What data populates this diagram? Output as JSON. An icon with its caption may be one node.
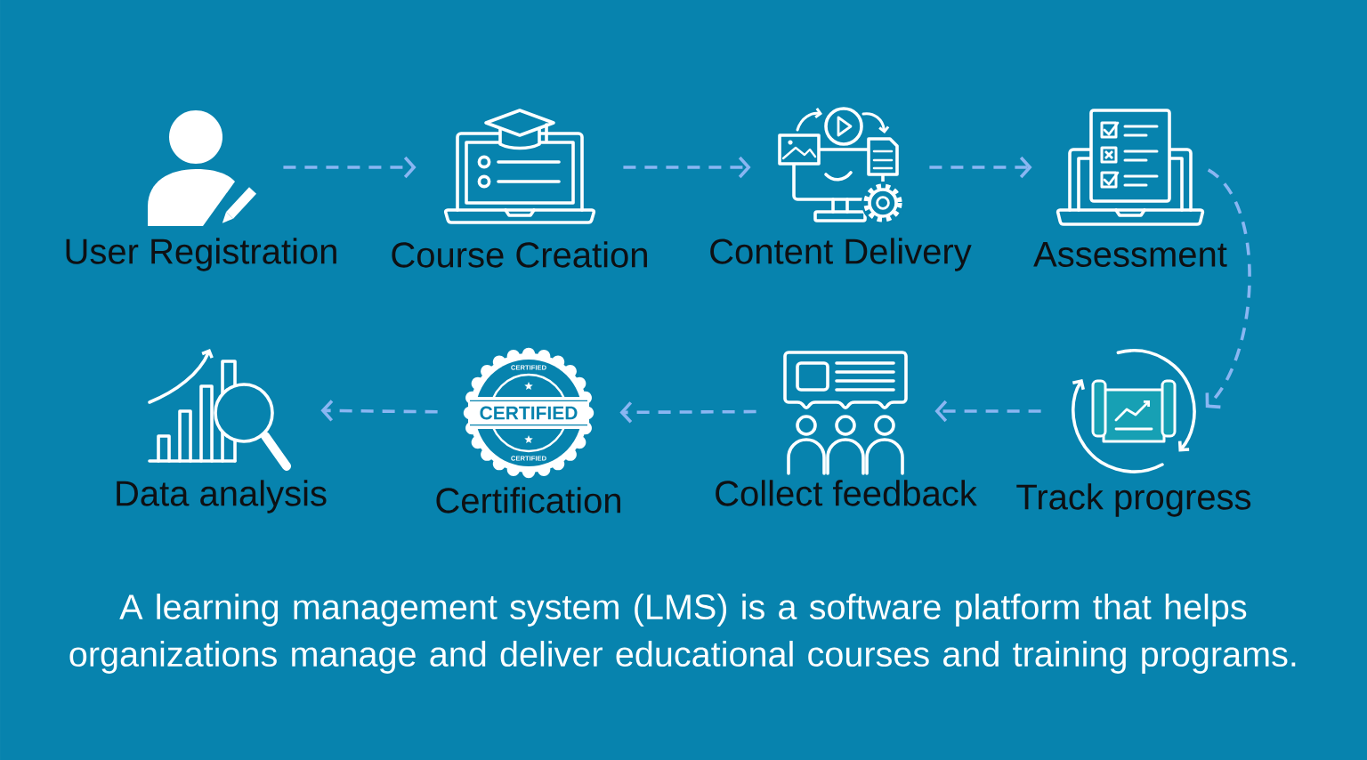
{
  "diagram": {
    "caption": "A learning management system (LMS) is a software platform that helps organizations manage and deliver educational courses and training programs.",
    "nodes": [
      {
        "text": [],
        "shape": "picture",
        "beside": [
          "User Registration"
        ]
      },
      {
        "text": [],
        "shape": "picture",
        "beside": [
          "Course Creation"
        ]
      },
      {
        "text": [],
        "shape": "picture",
        "beside": [
          "Content Delivery"
        ]
      },
      {
        "text": [],
        "shape": "picture",
        "beside": [
          "Assessment"
        ]
      },
      {
        "text": [],
        "shape": "picture",
        "beside": [
          "Track progress"
        ]
      },
      {
        "text": [],
        "shape": "picture",
        "beside": [
          "Collect feedback"
        ]
      },
      {
        "text": [
          "CERTIFIED",
          "CERTIFIED",
          "CERTIFIED"
        ],
        "beside": [
          "Certification"
        ]
      },
      {
        "text": [],
        "shape": "picture",
        "beside": [
          "Data analysis"
        ]
      }
    ],
    "edges": [
      {
        "from": 0,
        "to": 1,
        "arrow": "to"
      },
      {
        "from": 1,
        "to": 2,
        "arrow": "to"
      },
      {
        "from": 2,
        "to": 3,
        "arrow": "to"
      },
      {
        "from": 3,
        "to": 4,
        "arrow": "to"
      },
      {
        "from": 4,
        "to": 5,
        "arrow": "to"
      },
      {
        "from": 5,
        "to": 6,
        "arrow": "to"
      },
      {
        "from": 6,
        "to": 7,
        "arrow": "to"
      }
    ]
  }
}
